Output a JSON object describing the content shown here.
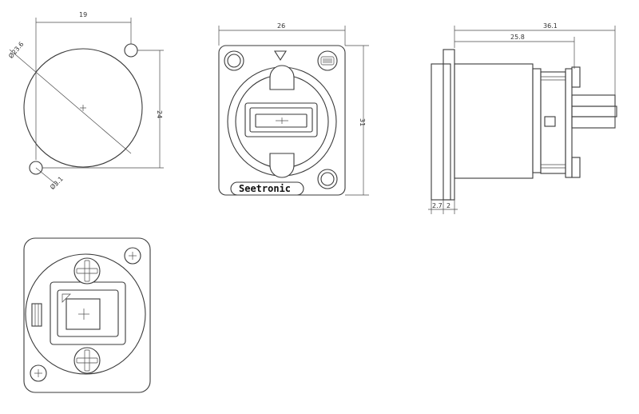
{
  "panel_cutout": {
    "dim_width": "19",
    "dim_height": "24",
    "dim_diameter": "Ø23.6",
    "dim_hole": "Ø3.1"
  },
  "front_view": {
    "dim_width": "26",
    "dim_height": "31",
    "brand": "Seetronic"
  },
  "side_view": {
    "dim_total": "36.1",
    "dim_body": "25.8",
    "dim_flange": "2.7",
    "dim_flange2": "2"
  },
  "rear_view": {}
}
